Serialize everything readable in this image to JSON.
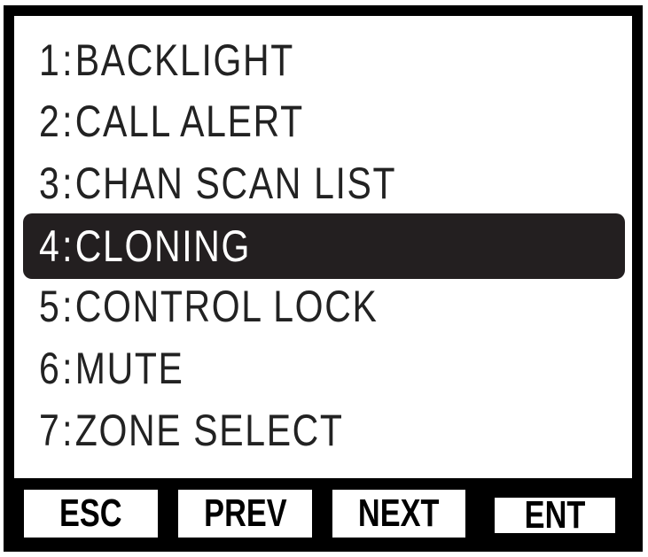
{
  "menu": {
    "items": [
      {
        "number": "1:",
        "label": "BACKLIGHT"
      },
      {
        "number": "2:",
        "label": "CALL ALERT"
      },
      {
        "number": "3:",
        "label": "CHAN SCAN LIST"
      },
      {
        "number": "4:",
        "label": "CLONING"
      },
      {
        "number": "5:",
        "label": "CONTROL LOCK"
      },
      {
        "number": "6:",
        "label": "MUTE"
      },
      {
        "number": "7:",
        "label": "ZONE SELECT"
      }
    ],
    "selected_index": 3
  },
  "softkeys": {
    "esc": "ESC",
    "prev": "PREV",
    "next": "NEXT",
    "ent": "ENT"
  },
  "colors": {
    "frame": "#000000",
    "highlight": "#231f20",
    "text": "#222222"
  }
}
